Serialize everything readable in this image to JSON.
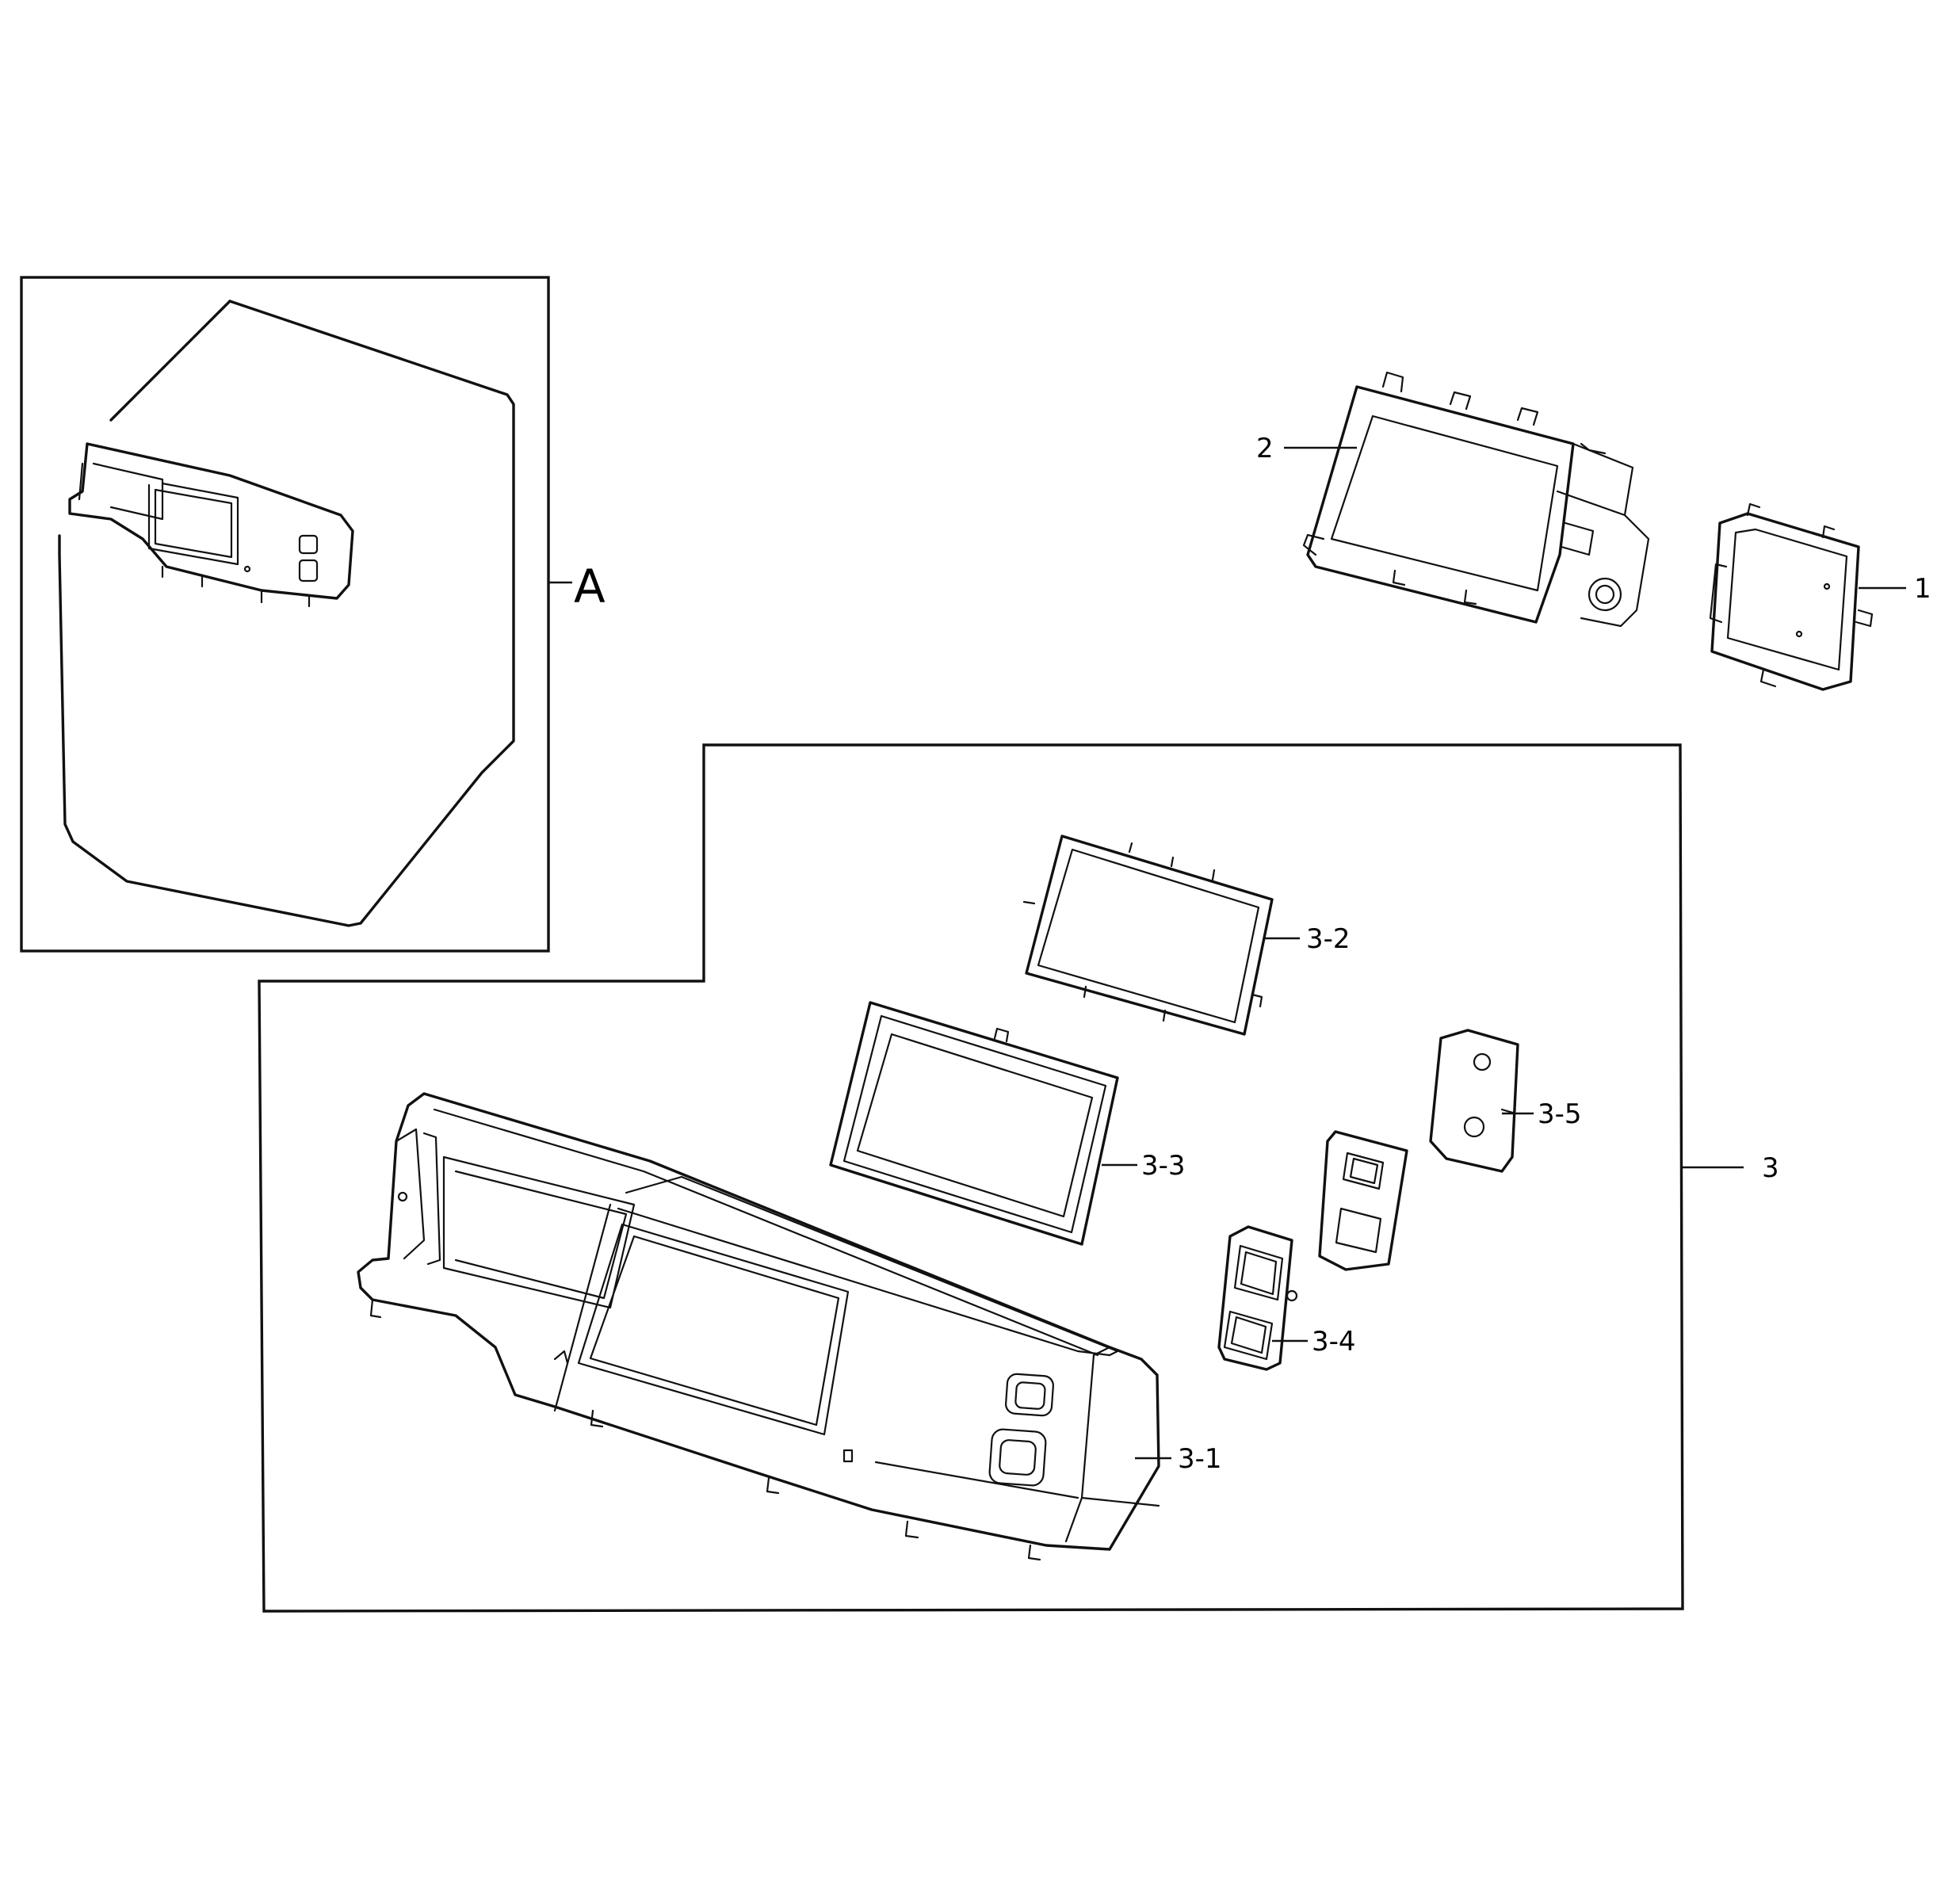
{
  "callouts": {
    "part_1": "1",
    "part_2": "2",
    "part_3": "3",
    "part_3_1": "3-1",
    "part_3_2": "3-2",
    "part_3_3": "3-3",
    "part_3_4": "3-4",
    "part_3_5": "3-5",
    "view_a": "A"
  },
  "colors": {
    "line": "#111111",
    "background": "#ffffff"
  }
}
